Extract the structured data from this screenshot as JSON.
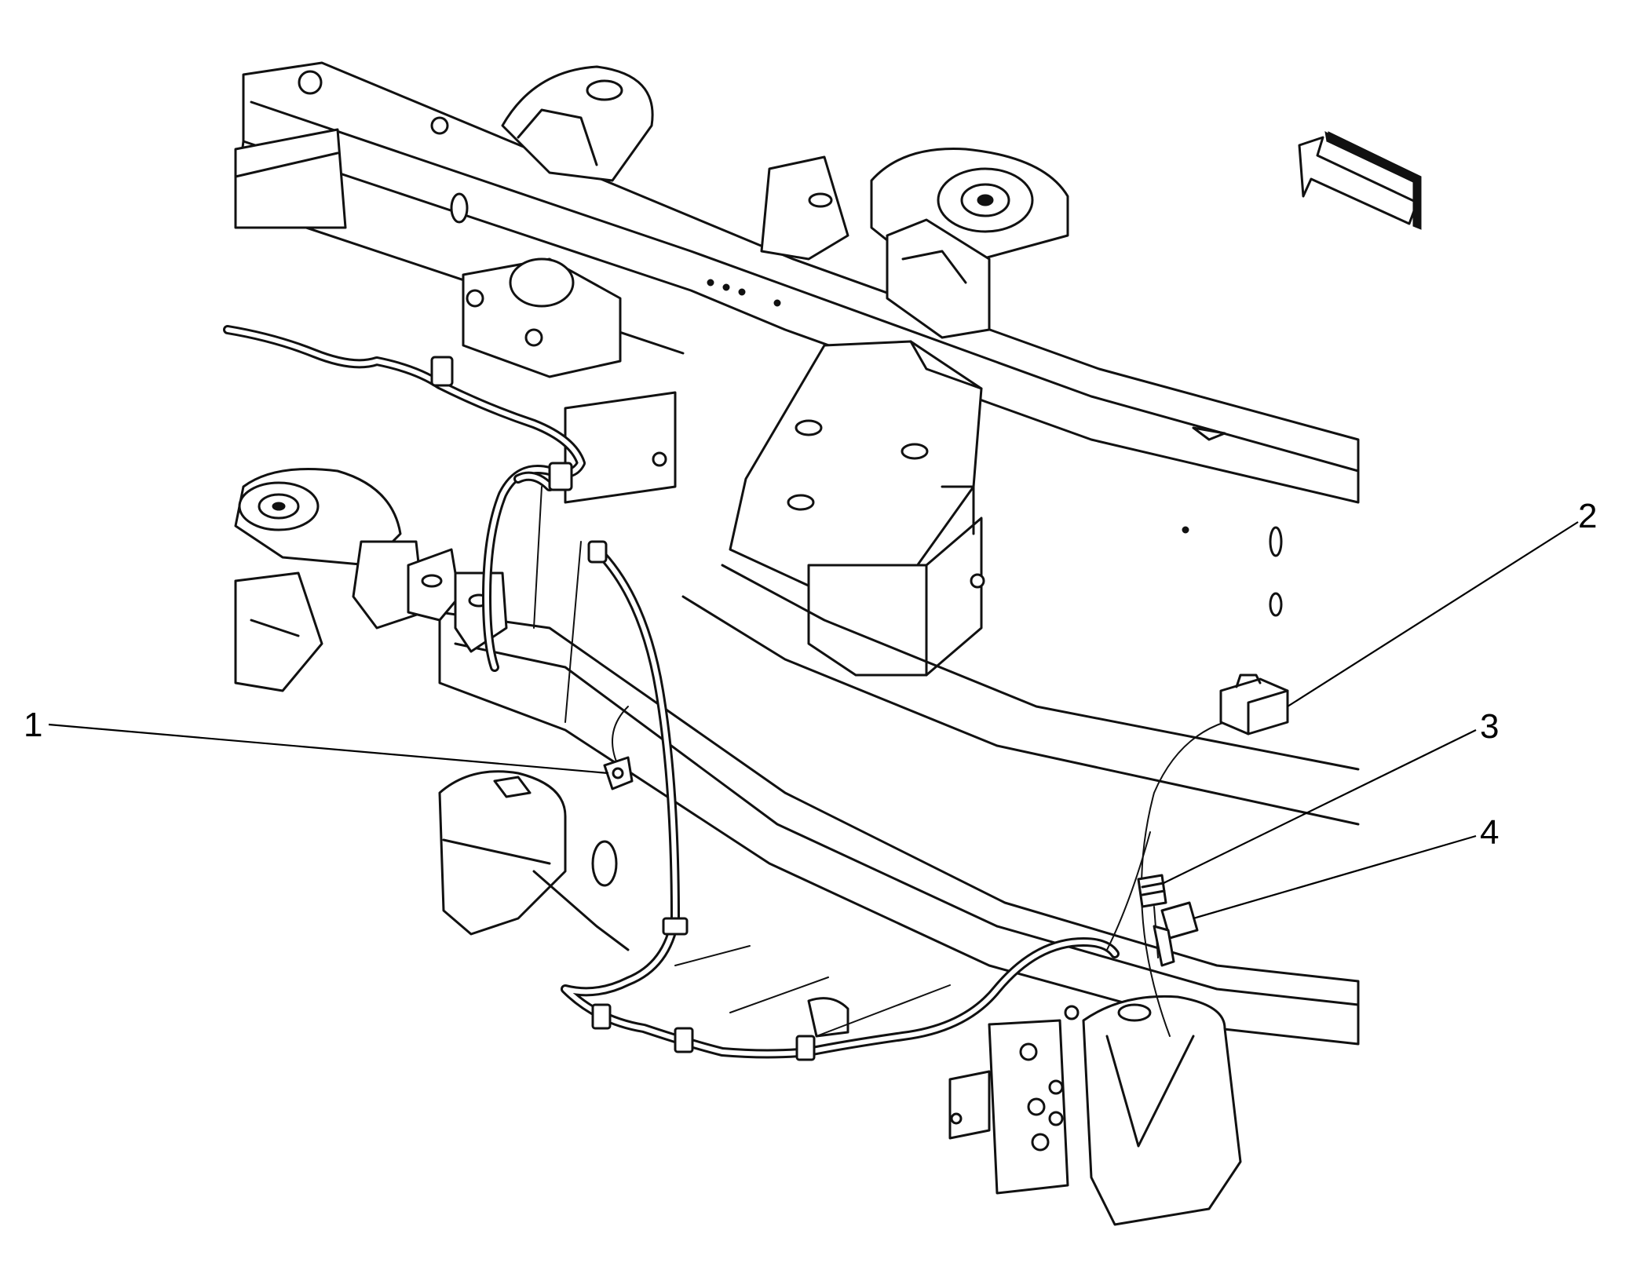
{
  "callouts": [
    {
      "id": "1",
      "label": "1"
    },
    {
      "id": "2",
      "label": "2"
    },
    {
      "id": "3",
      "label": "3"
    },
    {
      "id": "4",
      "label": "4"
    }
  ],
  "icons": {
    "direction": "forward-arrow-icon"
  },
  "colors": {
    "line": "#111111",
    "background": "#ffffff"
  }
}
